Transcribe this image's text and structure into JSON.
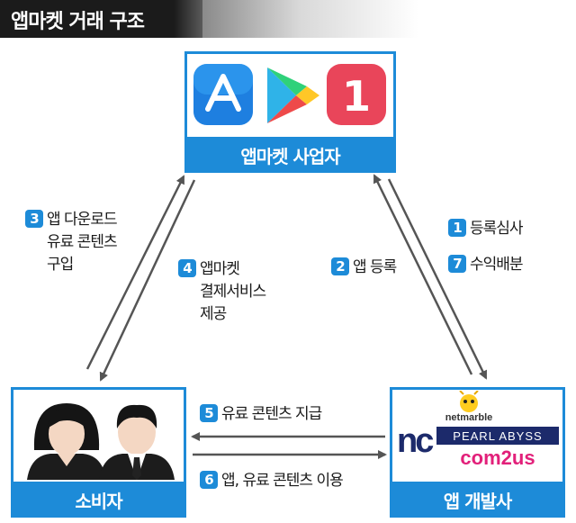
{
  "title": "앱마켓 거래 구조",
  "nodes": {
    "market": {
      "label": "앱마켓 사업자",
      "icons": [
        "app-store-icon",
        "google-play-icon",
        "one-store-icon"
      ],
      "one_store_glyph": "1"
    },
    "consumer": {
      "label": "소비자",
      "icons": [
        "woman-user-icon",
        "man-user-icon"
      ]
    },
    "developer": {
      "label": "앱 개발사",
      "logos": [
        "netmarble",
        "nc",
        "PEARL ABYSS",
        "com2us"
      ]
    }
  },
  "steps": [
    {
      "num": "1",
      "lines": [
        "등록심사"
      ]
    },
    {
      "num": "2",
      "lines": [
        "앱 등록"
      ]
    },
    {
      "num": "3",
      "lines": [
        "앱 다운로드",
        "유료 콘텐츠",
        "구입"
      ]
    },
    {
      "num": "4",
      "lines": [
        "앱마켓",
        "결제서비스",
        "제공"
      ]
    },
    {
      "num": "5",
      "lines": [
        "유료 콘텐츠 지급"
      ]
    },
    {
      "num": "6",
      "lines": [
        "앱, 유료 콘텐츠 이용"
      ]
    },
    {
      "num": "7",
      "lines": [
        "수익배분"
      ]
    }
  ],
  "colors": {
    "accent": "#1d8bd8",
    "title_bg": "#1b1b1b",
    "arrow": "#555555",
    "one_store": "#e9455a"
  }
}
